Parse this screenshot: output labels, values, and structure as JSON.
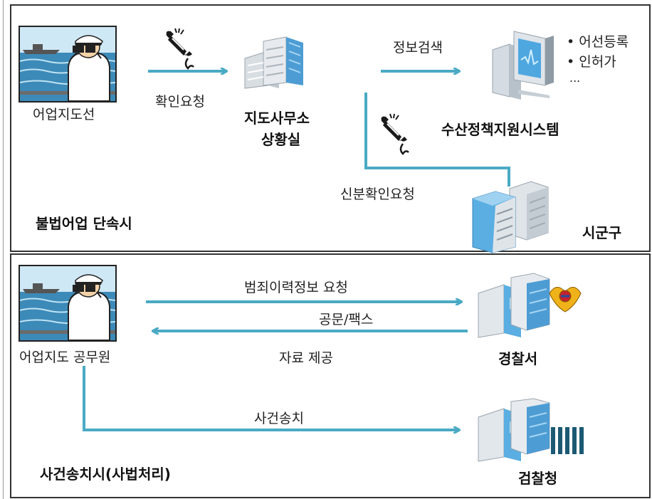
{
  "top_section": {
    "title": "불법어업 단속시",
    "nodes": {
      "vessel": "어업지도선",
      "office": [
        "지도사무소",
        "상황실"
      ],
      "system": "수산정책지원시스템",
      "county": "시군구"
    },
    "system_features": [
      "• 어선등록",
      "• 인허가",
      "..."
    ],
    "edges": {
      "confirm_request": "확인요청",
      "info_search": "정보검색",
      "identity_request": "신분확인요청"
    }
  },
  "bottom_section": {
    "title": "사건송치시(사법처리)",
    "nodes": {
      "official": "어업지도 공무원",
      "police": "경찰서",
      "prosecution": "검찰청"
    },
    "edges": {
      "crime_record_request": "범죄이력정보 요청",
      "official_doc_fax": "공문/팩스",
      "data_provision": "자료 제공",
      "case_transfer": "사건송치"
    }
  },
  "colors": {
    "arrow": "#4aaac4",
    "building": "#5ba9de",
    "building_side": "#d9e1e8",
    "border": "#333333"
  }
}
